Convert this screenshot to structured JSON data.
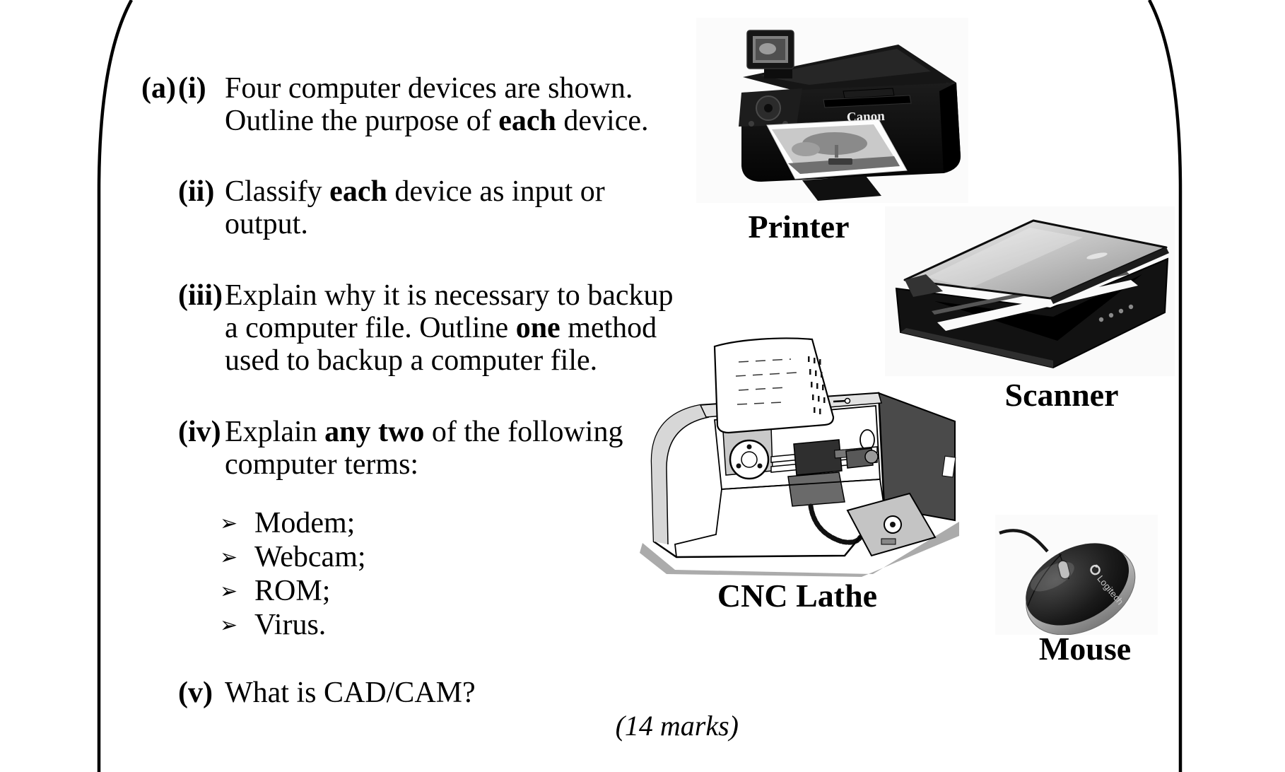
{
  "page": {
    "background": "#ffffff",
    "ink_color": "#000000"
  },
  "question": {
    "part_label": "(a)",
    "marks": "(14 marks)",
    "bullet_glyph": "➢",
    "items": [
      {
        "label": "(i)",
        "lines": [
          [
            {
              "t": "Four computer devices are shown."
            }
          ],
          [
            {
              "t": "Outline the purpose of "
            },
            {
              "t": "each",
              "b": true
            },
            {
              "t": " device."
            }
          ]
        ]
      },
      {
        "label": "(ii)",
        "lines": [
          [
            {
              "t": "Classify "
            },
            {
              "t": "each",
              "b": true
            },
            {
              "t": " device as input or"
            }
          ],
          [
            {
              "t": "output."
            }
          ]
        ]
      },
      {
        "label": "(iii)",
        "lines": [
          [
            {
              "t": "Explain why it is necessary to backup"
            }
          ],
          [
            {
              "t": "a computer file. Outline "
            },
            {
              "t": "one",
              "b": true
            },
            {
              "t": " method"
            }
          ],
          [
            {
              "t": "used to backup a computer file."
            }
          ]
        ]
      },
      {
        "label": "(iv)",
        "lines": [
          [
            {
              "t": "Explain "
            },
            {
              "t": "any two",
              "b": true
            },
            {
              "t": " of the following"
            }
          ],
          [
            {
              "t": "computer terms:"
            }
          ]
        ],
        "terms": [
          "Modem;",
          "Webcam;",
          "ROM;",
          "Virus."
        ]
      },
      {
        "label": "(v)",
        "lines": [
          [
            {
              "t": "What is CAD/CAM?"
            }
          ]
        ]
      }
    ]
  },
  "figures": [
    {
      "name": "printer",
      "label": "Printer",
      "brand": "Canon"
    },
    {
      "name": "scanner",
      "label": "Scanner"
    },
    {
      "name": "cnc-lathe",
      "label": "CNC Lathe"
    },
    {
      "name": "mouse",
      "label": "Mouse",
      "brand": "Logitech"
    }
  ]
}
